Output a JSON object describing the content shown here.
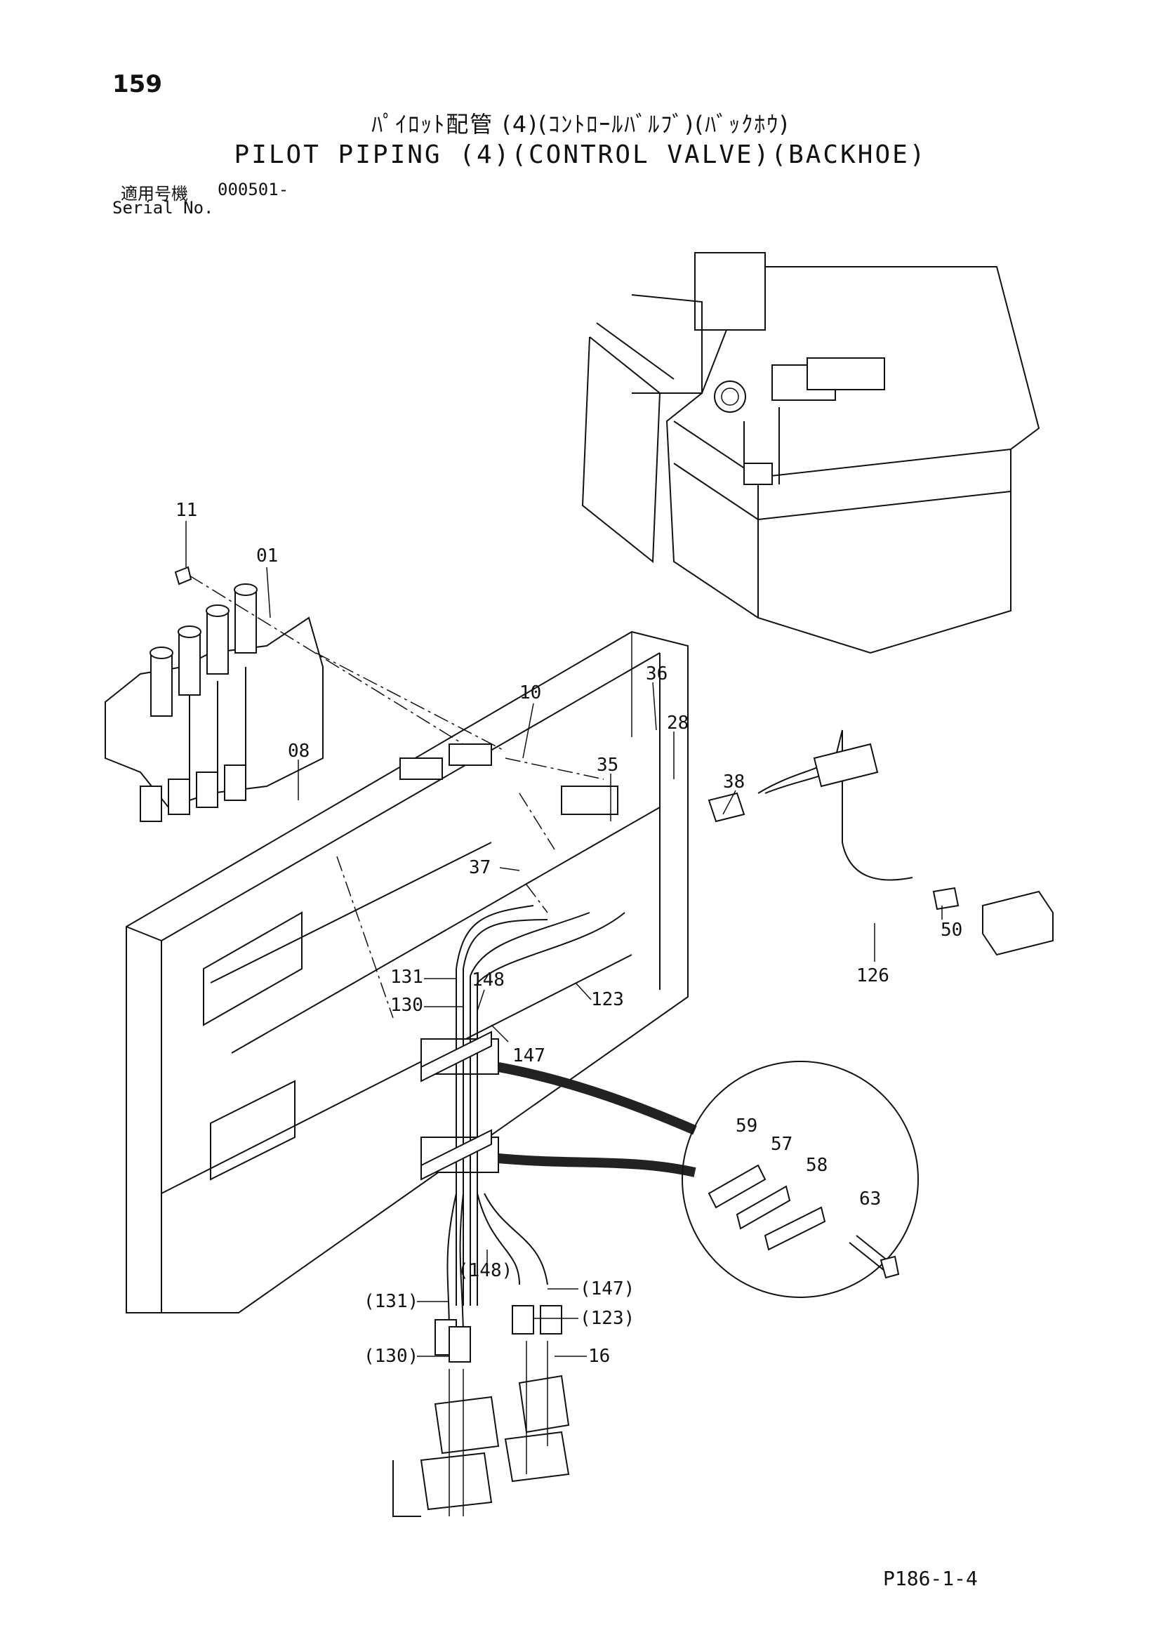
{
  "page_number": "159",
  "title_jp": "ﾊﾟｲﾛｯﾄ配管 (4)(ｺﾝﾄﾛｰﾙﾊﾞﾙﾌﾞ)(ﾊﾞｯｸﾎｳ)",
  "title_en": "PILOT PIPING (4)(CONTROL VALVE)(BACKHOE)",
  "serial_label_jp": "適用号機",
  "serial_value": "000501-",
  "serial_label_en": "Serial No.",
  "doc_code": "P186-1-4",
  "callouts": {
    "c11": "11",
    "c01": "01",
    "c10": "10",
    "c36": "36",
    "c28": "28",
    "c08": "08",
    "c35": "35",
    "c38": "38",
    "c37": "37",
    "c50": "50",
    "c126": "126",
    "c131": "131",
    "c148": "148",
    "c130": "130",
    "c123": "123",
    "c147": "147",
    "c59": "59",
    "c57": "57",
    "c58": "58",
    "c63": "63",
    "c148p": "(148)",
    "c147p": "(147)",
    "c131p": "(131)",
    "c123p": "(123)",
    "c130p": "(130)",
    "c16": "16"
  }
}
